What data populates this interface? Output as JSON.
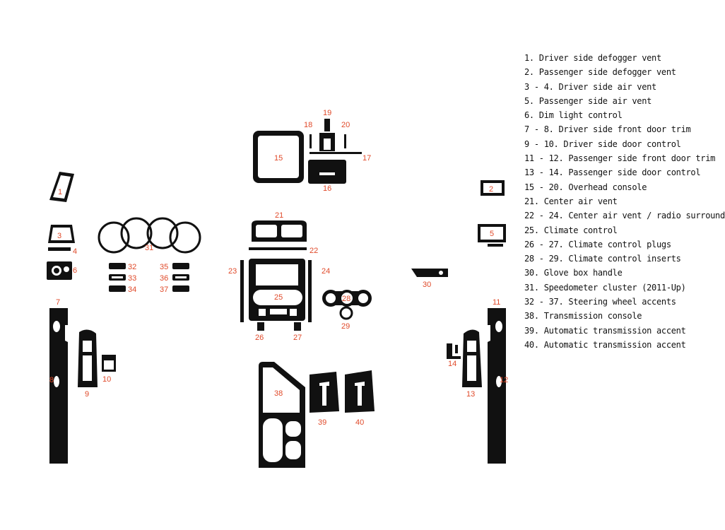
{
  "callouts": [
    "1",
    "2",
    "3",
    "4",
    "5",
    "6",
    "7",
    "8",
    "9",
    "10",
    "11",
    "12",
    "13",
    "14",
    "15",
    "16",
    "17",
    "18",
    "19",
    "20",
    "21",
    "22",
    "23",
    "24",
    "25",
    "26",
    "27",
    "28",
    "29",
    "30",
    "31",
    "32",
    "33",
    "34",
    "35",
    "36",
    "37",
    "38",
    "39",
    "40"
  ],
  "legend": [
    "1. Driver side defogger vent",
    "2. Passenger side defogger vent",
    "3 - 4. Driver side air vent",
    "5. Passenger side air vent",
    "6. Dim light control",
    "7 - 8. Driver side front door trim",
    "9 - 10. Driver side door control",
    "11 - 12. Passenger side front door trim",
    "13 - 14. Passenger side door control",
    "15 - 20. Overhead console",
    "21. Center air vent",
    "22 - 24. Center air vent / radio surround",
    "25. Climate control",
    "26 - 27. Climate control plugs",
    "28 - 29. Climate control inserts",
    "30. Glove box handle",
    "31. Speedometer cluster (2011-Up)",
    "32 - 37. Steering wheel accents",
    "38. Transmission console",
    "39. Automatic transmission accent",
    "40. Automatic transmission accent"
  ],
  "colors": {
    "parts": "#111111",
    "callout_numbers": "#e04a2a",
    "background": "#ffffff"
  }
}
